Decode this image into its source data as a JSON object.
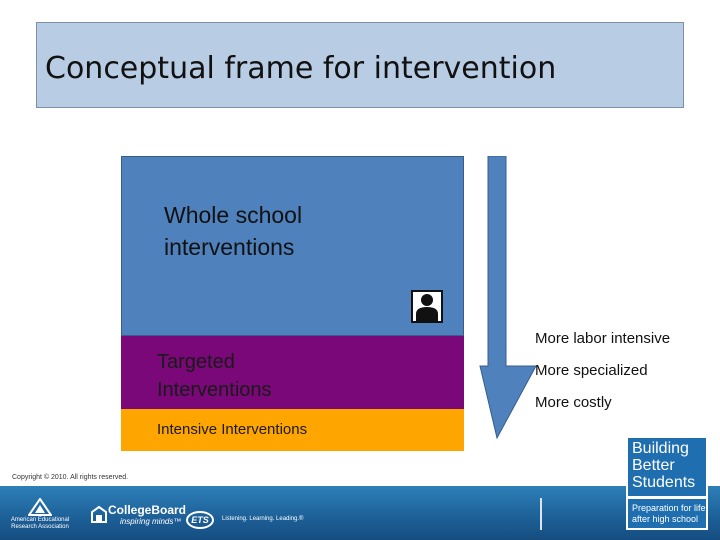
{
  "title": "Conceptual frame for intervention",
  "tiers": {
    "whole": {
      "label": "Whole school interventions",
      "color": "#4f81bd"
    },
    "targeted": {
      "label": "Targeted Interventions",
      "color": "#7a0878"
    },
    "intensive": {
      "label": "Intensive Interventions",
      "color": "#ffa500"
    }
  },
  "arrow": {
    "direction": "down",
    "color": "#4f81bd"
  },
  "effects": [
    "More labor intensive",
    "More specialized",
    "More costly"
  ],
  "icons": {
    "person": "person-icon"
  },
  "copyright": "Copyright © 2010. All rights reserved.",
  "footer": {
    "aera": "American Educational Research Association",
    "collegeboard": {
      "name": "CollegeBoard",
      "tagline": "inspiring minds™"
    },
    "ets": {
      "name": "ETS",
      "tagline": "Listening. Learning. Leading.®"
    }
  },
  "branding": {
    "title": "Building Better Students",
    "subtitle": "Preparation for life after high school"
  }
}
